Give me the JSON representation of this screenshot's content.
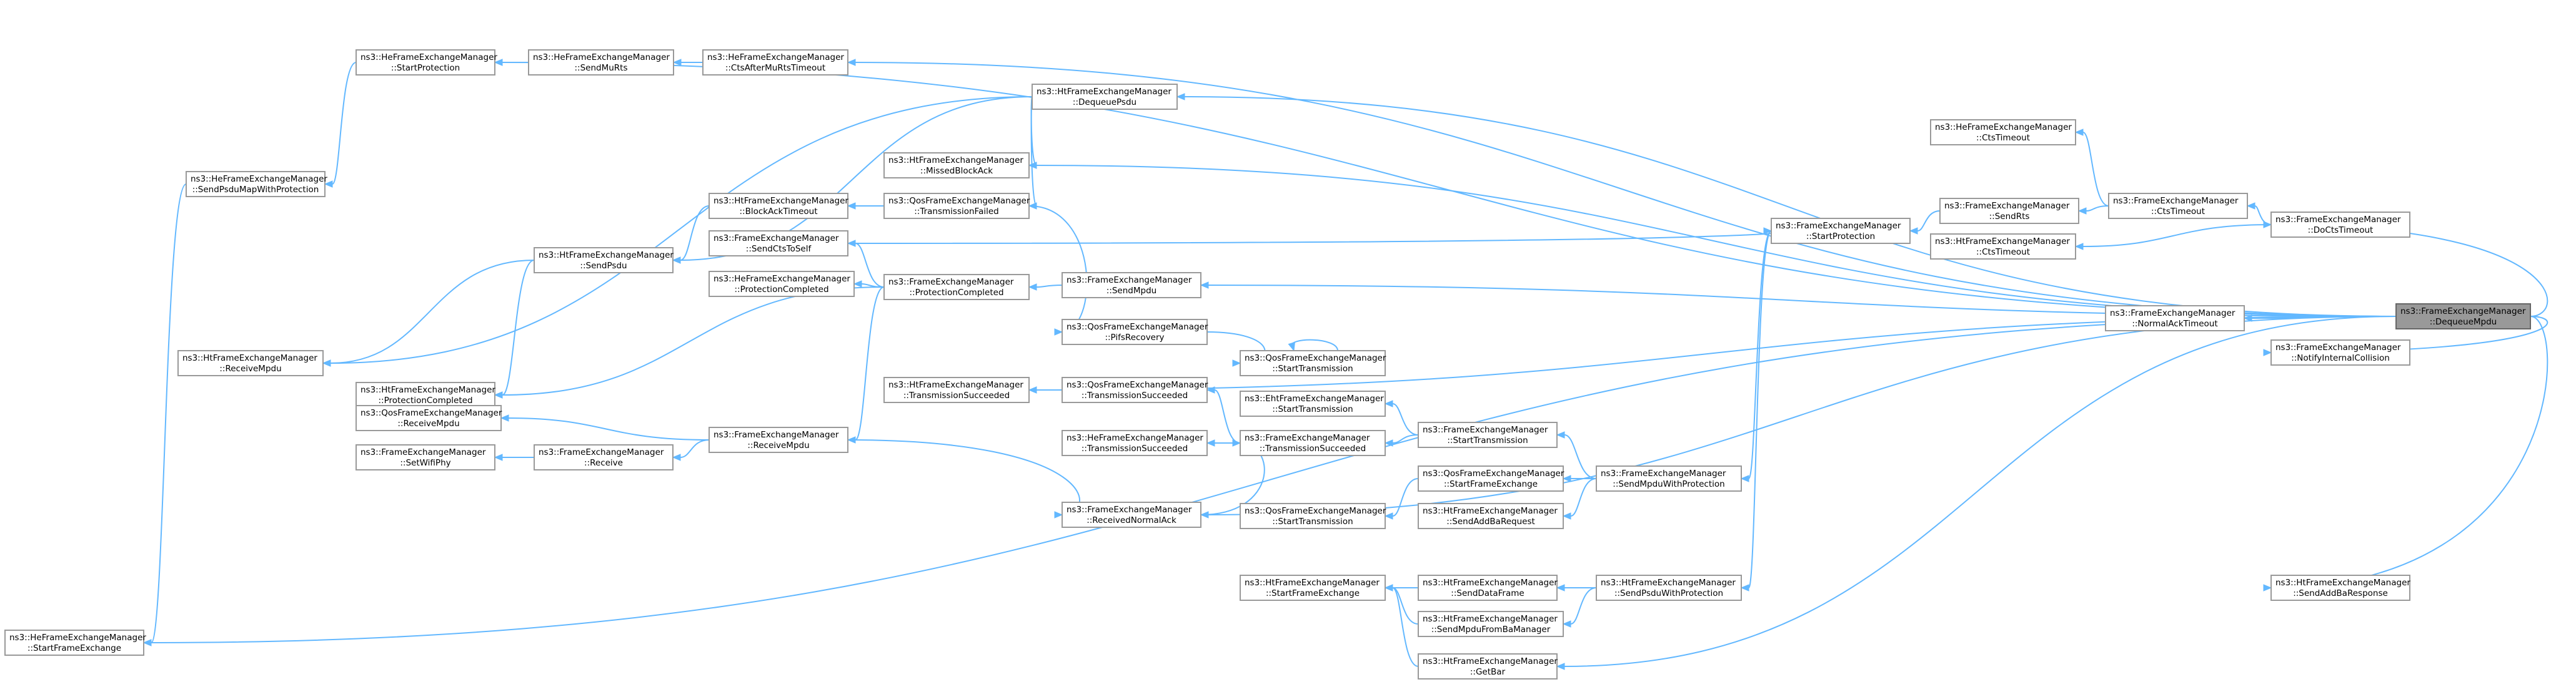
{
  "nodes": [
    {
      "id": "focus",
      "line1": "ns3::FrameExchangeManager",
      "line2": "::DequeueMpdu",
      "focus": true
    },
    {
      "id": "heSendPsduMap",
      "line1": "ns3::HeFrameExchangeManager",
      "line2": "::SendPsduMapWithProtection"
    },
    {
      "id": "heStartFrameEx",
      "line1": "ns3::HeFrameExchangeManager",
      "line2": "::StartFrameExchange"
    },
    {
      "id": "htReceiveMpdu",
      "line1": "ns3::HtFrameExchangeManager",
      "line2": "::ReceiveMpdu"
    },
    {
      "id": "heStartProt",
      "line1": "ns3::HeFrameExchangeManager",
      "line2": "::StartProtection"
    },
    {
      "id": "heSendMuRts",
      "line1": "ns3::HeFrameExchangeManager",
      "line2": "::SendMuRts"
    },
    {
      "id": "heCtsAfterMuRts",
      "line1": "ns3::HeFrameExchangeManager",
      "line2": "::CtsAfterMuRtsTimeout"
    },
    {
      "id": "htSendPsdu",
      "line1": "ns3::HtFrameExchangeManager",
      "line2": "::SendPsdu"
    },
    {
      "id": "htProtCompleted",
      "line1": "ns3::HtFrameExchangeManager",
      "line2": "::ProtectionCompleted"
    },
    {
      "id": "qosReceiveMpdu",
      "line1": "ns3::QosFrameExchangeManager",
      "line2": "::ReceiveMpdu"
    },
    {
      "id": "fmSetWifiPhy",
      "line1": "ns3::FrameExchangeManager",
      "line2": "::SetWifiPhy"
    },
    {
      "id": "fmReceive",
      "line1": "ns3::FrameExchangeManager",
      "line2": "::Receive"
    },
    {
      "id": "htBlockAckTimeout",
      "line1": "ns3::HtFrameExchangeManager",
      "line2": "::BlockAckTimeout"
    },
    {
      "id": "fmSendCtsToSelf",
      "line1": "ns3::FrameExchangeManager",
      "line2": "::SendCtsToSelf"
    },
    {
      "id": "heProtCompleted",
      "line1": "ns3::HeFrameExchangeManager",
      "line2": "::ProtectionCompleted"
    },
    {
      "id": "htTransSucceeded",
      "line1": "ns3::HtFrameExchangeManager",
      "line2": "::TransmissionSucceeded"
    },
    {
      "id": "fmReceiveMpdu",
      "line1": "ns3::FrameExchangeManager",
      "line2": "::ReceiveMpdu"
    },
    {
      "id": "htDequeuePsdu",
      "line1": "ns3::HtFrameExchangeManager",
      "line2": "::DequeuePsdu"
    },
    {
      "id": "htMissedBlockAck",
      "line1": "ns3::HtFrameExchangeManager",
      "line2": "::MissedBlockAck"
    },
    {
      "id": "qosTransFailed",
      "line1": "ns3::QosFrameExchangeManager",
      "line2": "::TransmissionFailed"
    },
    {
      "id": "fmProtCompleted",
      "line1": "ns3::FrameExchangeManager",
      "line2": "::ProtectionCompleted"
    },
    {
      "id": "fmSendMpdu",
      "line1": "ns3::FrameExchangeManager",
      "line2": "::SendMpdu"
    },
    {
      "id": "qosPifsRecovery",
      "line1": "ns3::QosFrameExchangeManager",
      "line2": "::PifsRecovery"
    },
    {
      "id": "qosTransSucceeded",
      "line1": "ns3::QosFrameExchangeManager",
      "line2": "::TransmissionSucceeded"
    },
    {
      "id": "heTransSucceeded",
      "line1": "ns3::HeFrameExchangeManager",
      "line2": "::TransmissionSucceeded"
    },
    {
      "id": "fmReceivedNormalAck",
      "line1": "ns3::FrameExchangeManager",
      "line2": "::ReceivedNormalAck"
    },
    {
      "id": "qosStartTrans",
      "line1": "ns3::QosFrameExchangeManager",
      "line2": "::StartTransmission"
    },
    {
      "id": "ehtStartTrans",
      "line1": "ns3::EhtFrameExchangeManager",
      "line2": "::StartTransmission"
    },
    {
      "id": "fmTransSucceeded",
      "line1": "ns3::FrameExchangeManager",
      "line2": "::TransmissionSucceeded"
    },
    {
      "id": "qosStartTrans2",
      "line1": "ns3::QosFrameExchangeManager",
      "line2": "::StartTransmission"
    },
    {
      "id": "htStartFrameEx",
      "line1": "ns3::HtFrameExchangeManager",
      "line2": "::StartFrameExchange"
    },
    {
      "id": "fmStartTrans",
      "line1": "ns3::FrameExchangeManager",
      "line2": "::StartTransmission"
    },
    {
      "id": "qosStartFrameEx",
      "line1": "ns3::QosFrameExchangeManager",
      "line2": "::StartFrameExchange"
    },
    {
      "id": "htSendAddBaReq",
      "line1": "ns3::HtFrameExchangeManager",
      "line2": "::SendAddBaRequest"
    },
    {
      "id": "htSendDataFrame",
      "line1": "ns3::HtFrameExchangeManager",
      "line2": "::SendDataFrame"
    },
    {
      "id": "htSendMpduFromBa",
      "line1": "ns3::HtFrameExchangeManager",
      "line2": "::SendMpduFromBaManager"
    },
    {
      "id": "htGetBar",
      "line1": "ns3::HtFrameExchangeManager",
      "line2": "::GetBar"
    },
    {
      "id": "fmSendMpduWithProt",
      "line1": "ns3::FrameExchangeManager",
      "line2": "::SendMpduWithProtection"
    },
    {
      "id": "htSendPsduWithProt",
      "line1": "ns3::HtFrameExchangeManager",
      "line2": "::SendPsduWithProtection"
    },
    {
      "id": "fmStartProt",
      "line1": "ns3::FrameExchangeManager",
      "line2": "::StartProtection"
    },
    {
      "id": "heCtsTimeout",
      "line1": "ns3::HeFrameExchangeManager",
      "line2": "::CtsTimeout"
    },
    {
      "id": "fmSendRts",
      "line1": "ns3::FrameExchangeManager",
      "line2": "::SendRts"
    },
    {
      "id": "htCtsTimeout",
      "line1": "ns3::HtFrameExchangeManager",
      "line2": "::CtsTimeout"
    },
    {
      "id": "fmCtsTimeout",
      "line1": "ns3::FrameExchangeManager",
      "line2": "::CtsTimeout"
    },
    {
      "id": "fmDoCtsTimeout",
      "line1": "ns3::FrameExchangeManager",
      "line2": "::DoCtsTimeout"
    },
    {
      "id": "fmNormalAckTimeout",
      "line1": "ns3::FrameExchangeManager",
      "line2": "::NormalAckTimeout"
    },
    {
      "id": "fmNotifyInternalCollision",
      "line1": "ns3::FrameExchangeManager",
      "line2": "::NotifyInternalCollision"
    },
    {
      "id": "htSendAddBaResp",
      "line1": "ns3::HtFrameExchangeManager",
      "line2": "::SendAddBaResponse"
    }
  ],
  "edges": [
    [
      "heStartFrameEx",
      "heSendPsduMap"
    ],
    [
      "heSendPsduMap",
      "heStartProt"
    ],
    [
      "heStartProt",
      "heSendMuRts"
    ],
    [
      "heSendMuRts",
      "heCtsAfterMuRts"
    ],
    [
      "htReceiveMpdu",
      "htSendPsdu"
    ],
    [
      "htProtCompleted",
      "htSendPsdu"
    ],
    [
      "htSendPsdu",
      "htBlockAckTimeout"
    ],
    [
      "htSendPsdu",
      "htDequeuePsdu"
    ],
    [
      "fmSetWifiPhy",
      "fmReceive"
    ],
    [
      "fmReceive",
      "fmReceiveMpdu"
    ],
    [
      "qosReceiveMpdu",
      "fmReceiveMpdu"
    ],
    [
      "fmReceiveMpdu",
      "fmProtCompleted"
    ],
    [
      "heProtCompleted",
      "fmProtCompleted"
    ],
    [
      "htProtCompleted",
      "fmProtCompleted"
    ],
    [
      "fmSendCtsToSelf",
      "fmProtCompleted"
    ],
    [
      "htTransSucceeded",
      "qosTransSucceeded"
    ],
    [
      "htBlockAckTimeout",
      "qosTransFailed"
    ],
    [
      "htMissedBlockAck",
      "htDequeuePsdu"
    ],
    [
      "qosTransFailed",
      "htDequeuePsdu"
    ],
    [
      "fmProtCompleted",
      "fmSendMpdu"
    ],
    [
      "fmReceivedNormalAck",
      "fmReceiveMpdu"
    ],
    [
      "qosPifsRecovery",
      "qosTransFailed"
    ],
    [
      "qosTransSucceeded",
      "fmTransSucceeded"
    ],
    [
      "heTransSucceeded",
      "fmTransSucceeded"
    ],
    [
      "fmTransSucceeded",
      "fmReceivedNormalAck"
    ],
    [
      "qosStartTrans",
      "qosPifsRecovery"
    ],
    [
      "fmTransSucceeded",
      "fmStartTrans"
    ],
    [
      "ehtStartTrans",
      "fmStartTrans"
    ],
    [
      "qosStartTrans2",
      "qosStartFrameEx"
    ],
    [
      "fmStartTrans",
      "fmSendMpduWithProt"
    ],
    [
      "qosStartFrameEx",
      "fmSendMpduWithProt"
    ],
    [
      "htSendAddBaReq",
      "fmSendMpduWithProt"
    ],
    [
      "htStartFrameEx",
      "htSendDataFrame"
    ],
    [
      "htStartFrameEx",
      "htSendMpduFromBa"
    ],
    [
      "htStartFrameEx",
      "htGetBar"
    ],
    [
      "htSendDataFrame",
      "htSendPsduWithProt"
    ],
    [
      "htSendMpduFromBa",
      "htSendPsduWithProt"
    ],
    [
      "fmSendMpduWithProt",
      "fmStartProt"
    ],
    [
      "htSendPsduWithProt",
      "fmStartProt"
    ],
    [
      "fmStartProt",
      "fmSendRts"
    ],
    [
      "fmStartProt",
      "fmSendCtsToSelf"
    ],
    [
      "fmSendRts",
      "fmCtsTimeout"
    ],
    [
      "heCtsTimeout",
      "fmCtsTimeout"
    ],
    [
      "htCtsTimeout",
      "fmDoCtsTimeout"
    ],
    [
      "fmCtsTimeout",
      "fmDoCtsTimeout"
    ],
    [
      "fmDoCtsTimeout",
      "focus"
    ],
    [
      "fmNormalAckTimeout",
      "focus"
    ],
    [
      "fmNotifyInternalCollision",
      "focus"
    ],
    [
      "htSendAddBaResp",
      "focus"
    ],
    [
      "fmSendMpdu",
      "focus"
    ],
    [
      "htDequeuePsdu",
      "focus"
    ],
    [
      "htMissedBlockAck",
      "focus"
    ],
    [
      "heCtsAfterMuRts",
      "focus"
    ],
    [
      "heStartProt",
      "focus"
    ],
    [
      "htTransSucceeded",
      "focus"
    ],
    [
      "htGetBar",
      "focus"
    ],
    [
      "heStartFrameEx",
      "focus"
    ],
    [
      "fmReceivedNormalAck",
      "focus"
    ],
    [
      "htReceiveMpdu",
      "htDequeuePsdu"
    ],
    [
      "qosStartTrans",
      "qosStartTrans"
    ]
  ]
}
